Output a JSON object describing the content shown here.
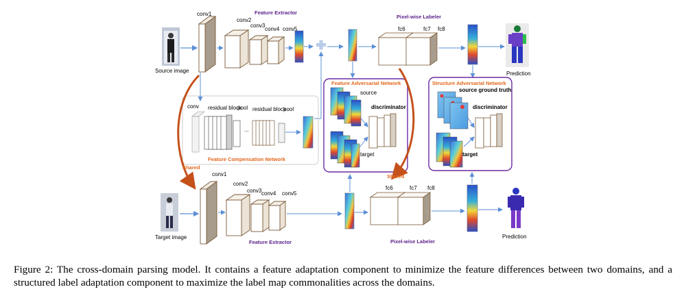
{
  "figure": {
    "source_image_label": "Source image",
    "target_image_label": "Target image",
    "prediction_label_top": "Prediction",
    "prediction_label_bottom": "Prediction",
    "feature_extractor_top": "Feature Extractor",
    "feature_extractor_bottom": "Feature Extractor",
    "pixel_labeler_top": "Pixel-wise Labeler",
    "pixel_labeler_bottom": "Pixel-wise Labeler",
    "conv_top": [
      "conv1",
      "conv2",
      "conv3",
      "conv4",
      "conv5"
    ],
    "conv_bottom": [
      "conv1",
      "conv2",
      "conv3",
      "conv4",
      "conv5"
    ],
    "fc_top": [
      "fc6",
      "fc7",
      "fc8"
    ],
    "fc_bottom": [
      "fc6",
      "fc7",
      "fc8"
    ],
    "fcn": {
      "title": "Feature Compensation Network",
      "conv": "conv",
      "residual1": "residual block",
      "pool1": "pool",
      "dots": "...",
      "residual2": "residual block",
      "pool2": "pool"
    },
    "fan": {
      "title": "Feature Adversarial Network",
      "source": "source",
      "target": "target",
      "discriminator": "discriminator"
    },
    "san": {
      "title": "Structure Adversarial Network",
      "source_gt": "source ground truth",
      "target": "target",
      "discriminator": "discriminator"
    },
    "shared_left": "Shared",
    "shared_right": "Shared",
    "colors": {
      "purple": "#5b1f8a",
      "orange": "#e2671c",
      "arrow": "#5b8fd6",
      "block_edge": "#7a5a3a"
    }
  },
  "caption": "Figure 2: The cross-domain parsing model. It contains a feature adaptation component to minimize the feature differences between two domains, and a structured label adaptation component to maximize the label map commonalities across the domains."
}
